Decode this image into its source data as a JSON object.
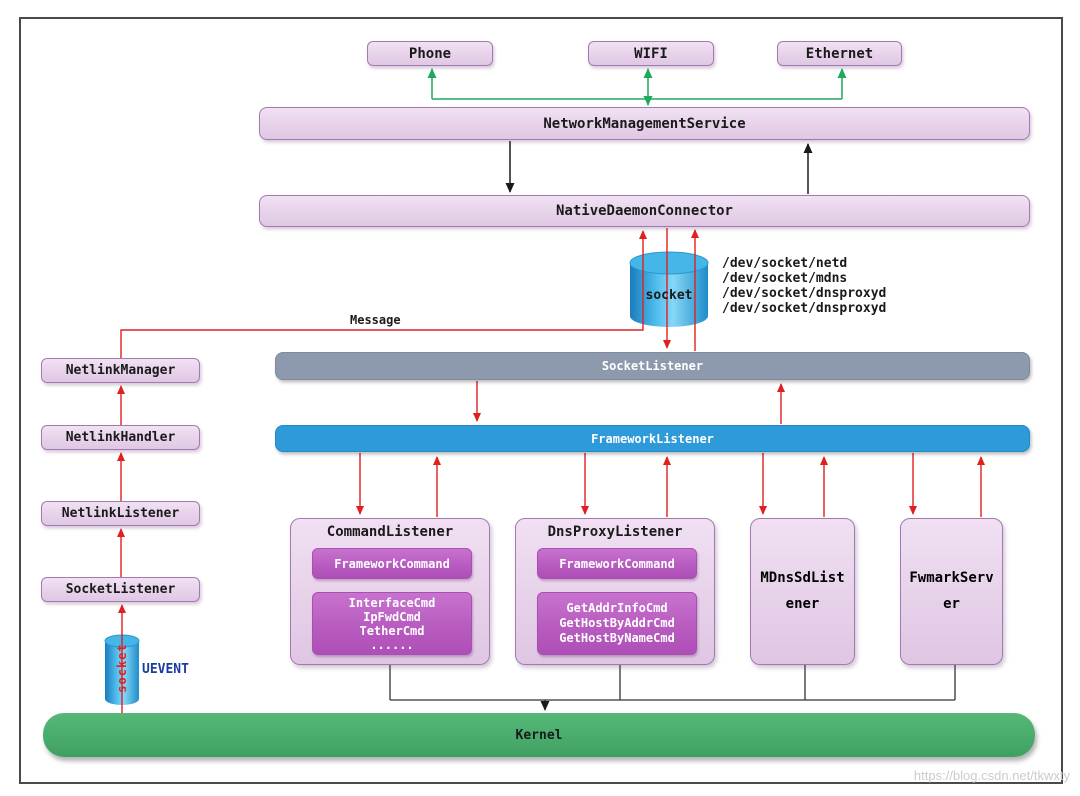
{
  "diagram": {
    "top_nodes": {
      "phone": "Phone",
      "wifi": "WIFI",
      "ethernet": "Ethernet"
    },
    "service_bar": "NetworkManagementService",
    "connector_bar": "NativeDaemonConnector",
    "socket_store": {
      "label": "socket",
      "paths": [
        "/dev/socket/netd",
        "/dev/socket/mdns",
        "/dev/socket/dnsproxyd",
        "/dev/socket/dnsproxyd"
      ]
    },
    "message_label": "Message",
    "socket_listener_bar": "SocketListener",
    "framework_listener_bar": "FrameworkListener",
    "netlink_chain": [
      "NetlinkManager",
      "NetlinkHandler",
      "NetlinkListener",
      "SocketListener"
    ],
    "uevent": {
      "cylinder_label": "socket",
      "label": "UEVENT"
    },
    "command_listener": {
      "title": "CommandListener",
      "framework_command": "FrameworkCommand",
      "commands": [
        "InterfaceCmd",
        "IpFwdCmd",
        "TetherCmd",
        "......"
      ]
    },
    "dns_proxy_listener": {
      "title": "DnsProxyListener",
      "framework_command": "FrameworkCommand",
      "commands": [
        "GetAddrInfoCmd",
        "GetHostByAddrCmd",
        "GetHostByNameCmd"
      ]
    },
    "mdns_listener": "MDnsSdListener",
    "fwmark_server": "FwmarkServer",
    "kernel_bar": "Kernel",
    "watermark": "https://blog.csdn.net/tkwxty",
    "colors": {
      "node_fill": "#e7d2ea",
      "node_border": "#a379b1",
      "inner_fill": "#b85cc0",
      "gray_bar": "#8d9aad",
      "blue_bar": "#2e9ad9",
      "kernel_green": "#49ab6b",
      "cylinder_blue": "#2da0dc",
      "arrow_red": "#e02020",
      "arrow_green": "#1fa95e",
      "arrow_black": "#1a1a1a",
      "arrow_blue": "#3d7ab5"
    }
  }
}
